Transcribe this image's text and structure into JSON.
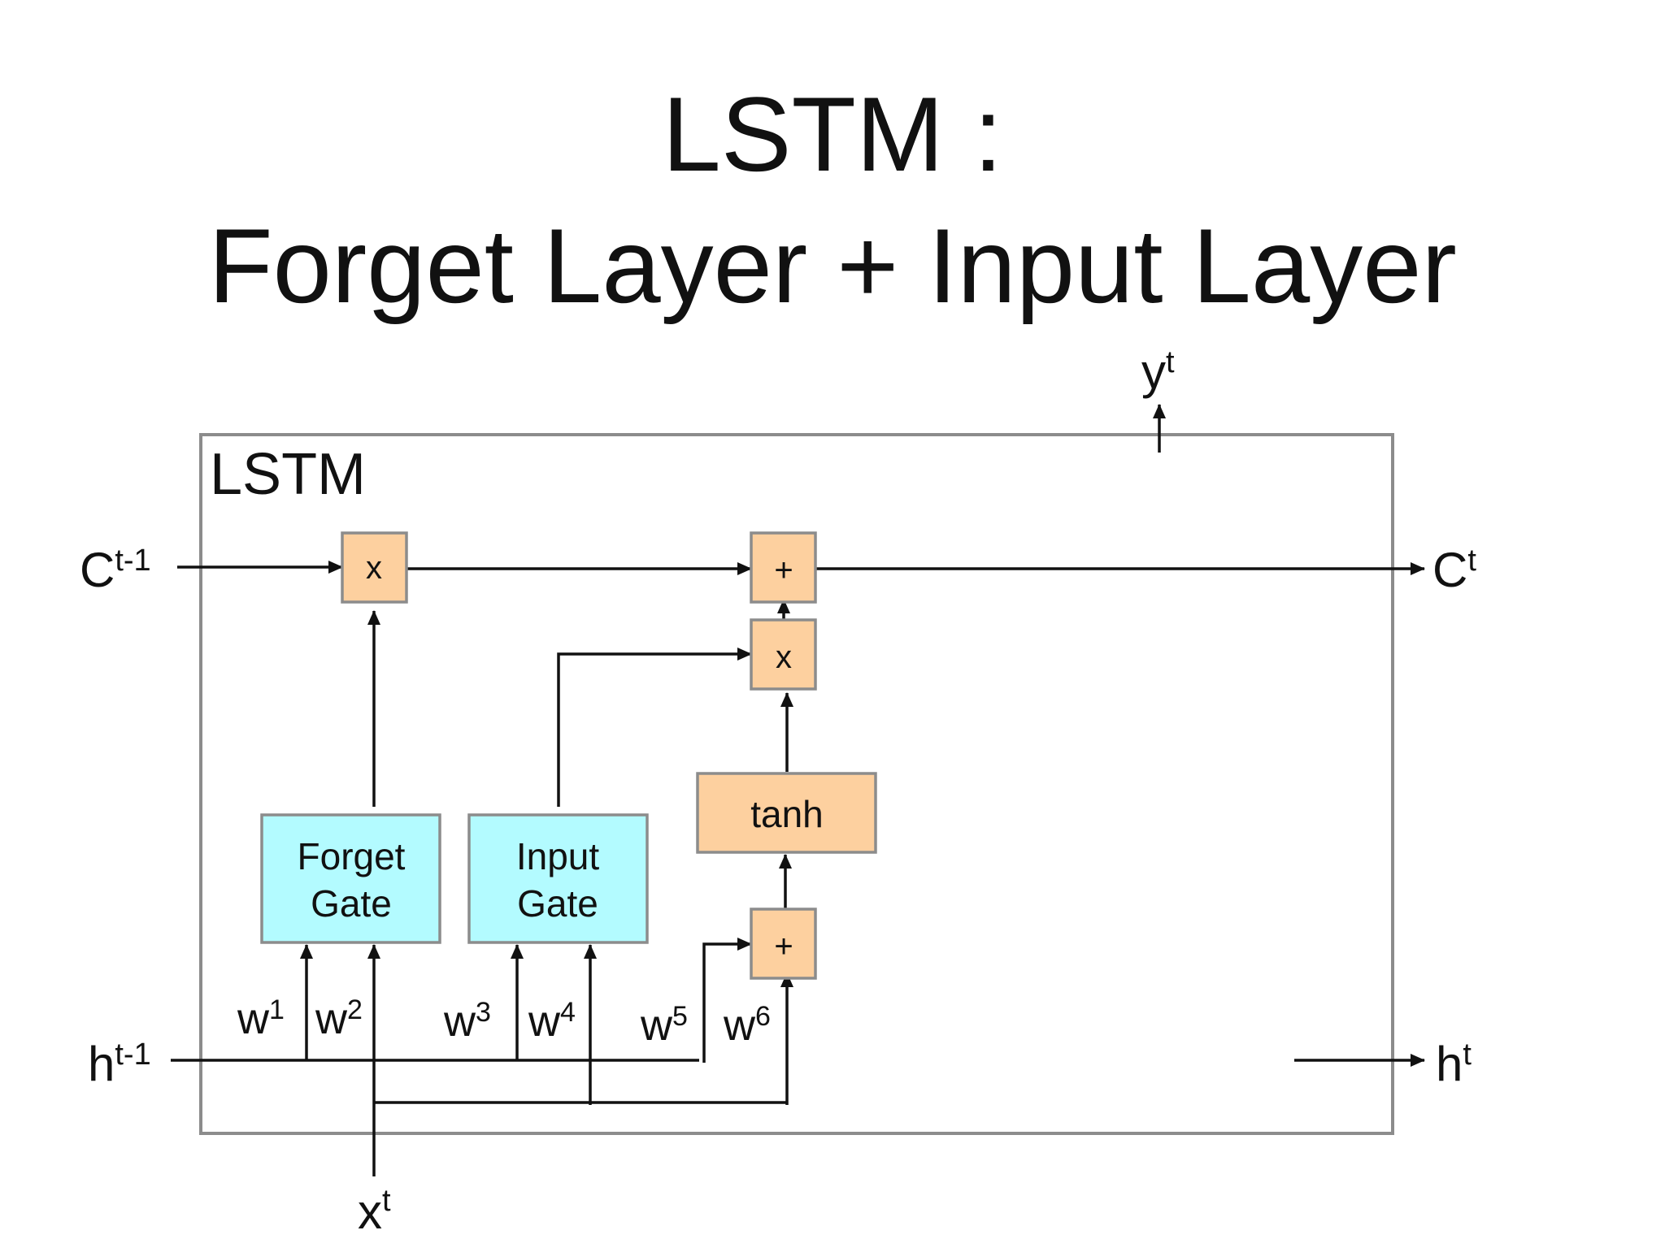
{
  "title": {
    "line1": "LSTM :",
    "line2": "Forget Layer + Input Layer"
  },
  "frame_label": "LSTM",
  "inputs": {
    "c_prev": {
      "base": "C",
      "sup": "t-1"
    },
    "h_prev": {
      "base": "h",
      "sup": "t-1"
    },
    "x": {
      "base": "x",
      "sup": "t"
    }
  },
  "outputs": {
    "c_next": {
      "base": "C",
      "sup": "t"
    },
    "h_next": {
      "base": "h",
      "sup": "t"
    },
    "y": {
      "base": "y",
      "sup": "t"
    }
  },
  "gates": {
    "forget": {
      "line1": "Forget",
      "line2": "Gate"
    },
    "input": {
      "line1": "Input",
      "line2": "Gate"
    }
  },
  "ops": {
    "mul_forget": "x",
    "add_cell": "+",
    "mul_input": "x",
    "tanh": "tanh",
    "add_candidate": "+"
  },
  "weights": {
    "w1": {
      "base": "w",
      "sup": "1"
    },
    "w2": {
      "base": "w",
      "sup": "2"
    },
    "w3": {
      "base": "w",
      "sup": "3"
    },
    "w4": {
      "base": "w",
      "sup": "4"
    },
    "w5": {
      "base": "w",
      "sup": "5"
    },
    "w6": {
      "base": "w",
      "sup": "6"
    }
  },
  "colors": {
    "operation_fill": "#fdd09f",
    "gate_fill": "#b3fbff",
    "frame_stroke": "#8c8c8c"
  }
}
